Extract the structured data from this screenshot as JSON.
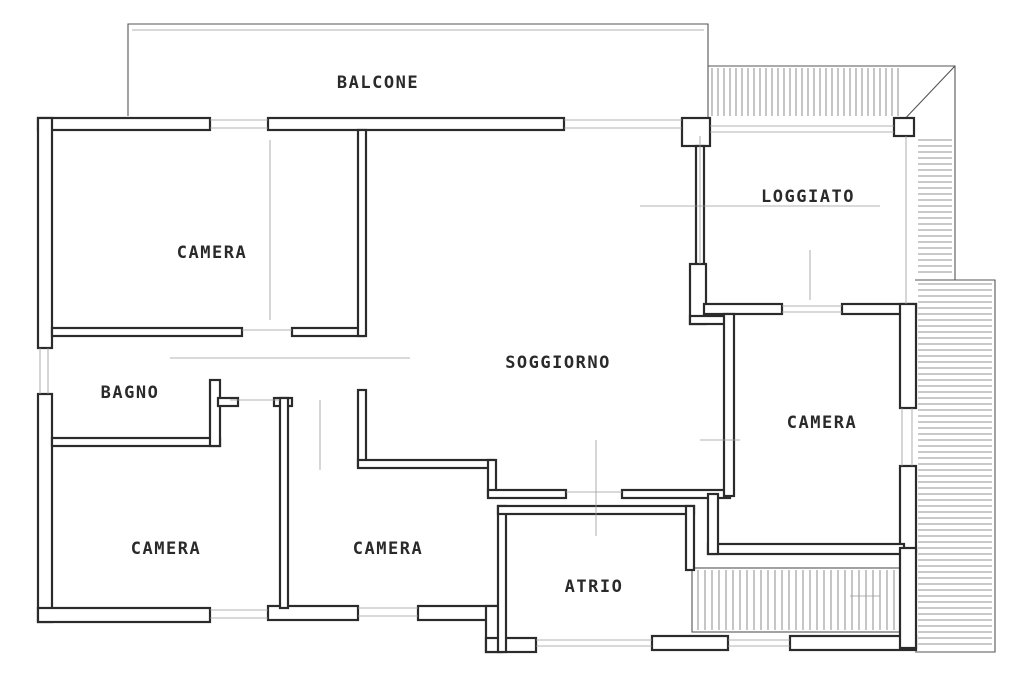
{
  "plan": {
    "rooms": {
      "balcone": "BALCONE",
      "camera_top_left": "CAMERA",
      "bagno": "BAGNO",
      "camera_bottom_left": "CAMERA",
      "camera_bottom_mid": "CAMERA",
      "soggiorno": "SOGGIORNO",
      "loggiato": "LOGGIATO",
      "camera_right": "CAMERA",
      "atrio": "ATRIO"
    }
  }
}
